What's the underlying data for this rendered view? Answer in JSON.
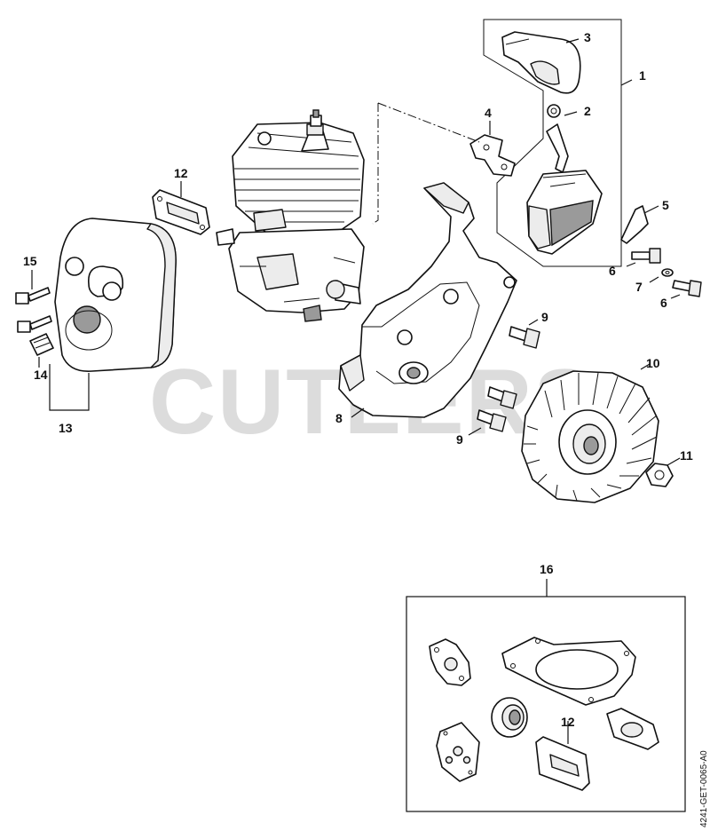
{
  "watermark": "CUTLERS",
  "drawing_code": "4241-GET-0065-A0",
  "callouts": {
    "c1": "1",
    "c2": "2",
    "c3": "3",
    "c4": "4",
    "c5": "5",
    "c6a": "6",
    "c6b": "6",
    "c7": "7",
    "c8": "8",
    "c9a": "9",
    "c9b": "9",
    "c10": "10",
    "c11": "11",
    "c12": "12",
    "c12b": "12",
    "c13": "13",
    "c14": "14",
    "c15": "15",
    "c16": "16"
  }
}
